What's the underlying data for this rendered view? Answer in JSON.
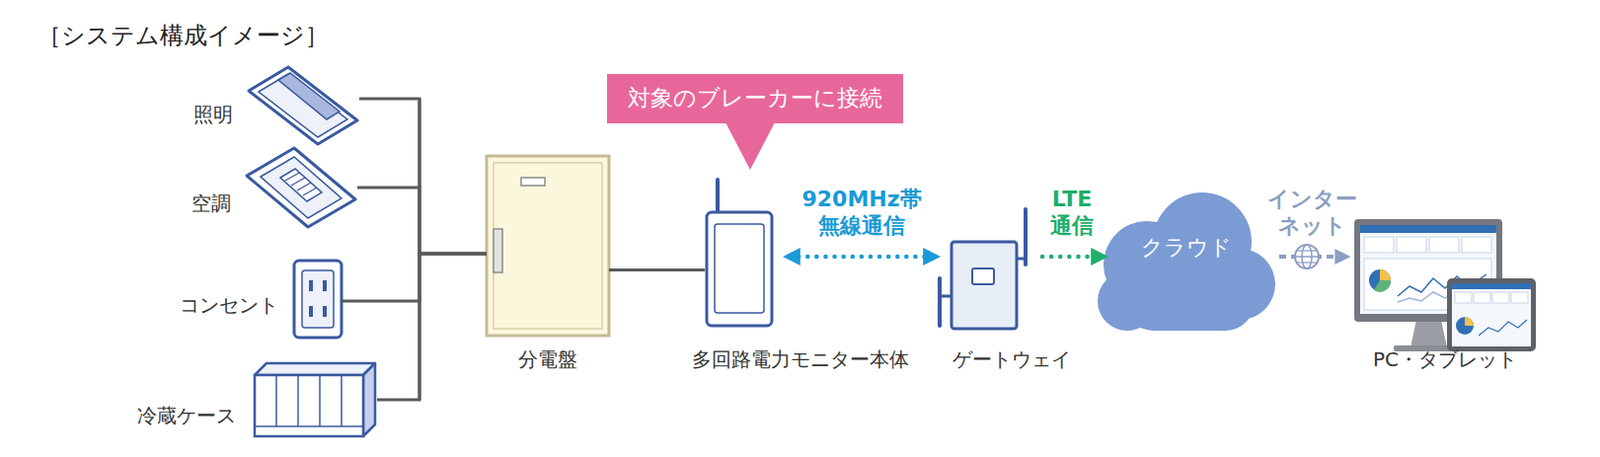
{
  "diagram": {
    "title": "［システム構成イメージ］",
    "nodes": [
      {
        "text": [
          "照明"
        ]
      },
      {
        "text": [
          "空調"
        ]
      },
      {
        "text": [
          "コンセント"
        ]
      },
      {
        "text": [
          "冷蔵ケース"
        ]
      },
      {
        "text": [
          "分電盤"
        ]
      },
      {
        "text": [
          "対象のブレーカーに接続"
        ]
      },
      {
        "text": [
          "多回路電力モニター本体"
        ]
      },
      {
        "text": [
          "ゲートウェイ"
        ]
      },
      {
        "text": [
          "クラウド"
        ]
      },
      {
        "text": [
          "PC・タブレット"
        ]
      }
    ],
    "edges": [
      {
        "from": 0,
        "to": 4,
        "arrow": "none"
      },
      {
        "from": 1,
        "to": 4,
        "arrow": "none"
      },
      {
        "from": 2,
        "to": 4,
        "arrow": "none"
      },
      {
        "from": 3,
        "to": 4,
        "arrow": "none"
      },
      {
        "from": 4,
        "to": 6,
        "arrow": "none"
      },
      {
        "from": 6,
        "to": 7,
        "label": "920MHz帯 無線通信",
        "arrow": "both"
      },
      {
        "from": 7,
        "to": 8,
        "label": "LTE 通信",
        "arrow": "to"
      },
      {
        "from": 8,
        "to": 9,
        "label": "インター ネット",
        "arrow": "to"
      }
    ]
  }
}
